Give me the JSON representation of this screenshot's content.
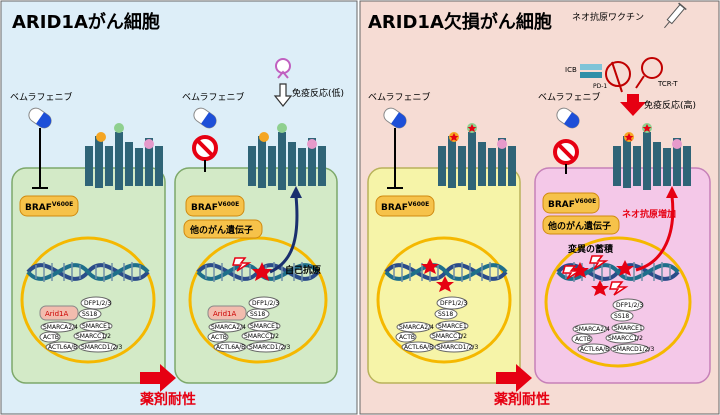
{
  "colors": {
    "left_panel_bg": "#ddeef8",
    "right_panel_bg": "#f6dcd4",
    "receptor": "#2f6477",
    "drug_red": "#e60012",
    "cell_green": "#d3eac7",
    "cell_yellow": "#f6f4a8",
    "cell_pink": "#f4c8e8",
    "nucleus_ring": "#f5b800",
    "label_box": "#f6c24a",
    "arid1a_box": "#f2bcae"
  },
  "left": {
    "title": "ARID1Aがん細胞",
    "drug": "ベムラフェニブ",
    "drug2": "ベムラフェニブ",
    "immune_response": "免疫反応(低)",
    "braf": "BRAF",
    "braf_sup": "V600E",
    "braf2": "BRAF",
    "braf2_sup": "V600E",
    "other_genes": "他のがん遺伝子",
    "self_antigen": "自己抗原",
    "resistance": "薬剤耐性",
    "complex": [
      "Arid1A",
      "DFP1/2/3",
      "SS18",
      "SMARCA2/4",
      "SMARCE1",
      "ACTB",
      "SMARCC1/2",
      "ACTL6A/B",
      "SMARCD1/2/3"
    ],
    "complex2": [
      "Arid1A",
      "DFP1/2/3",
      "SS18",
      "SMARCA2/4",
      "SMARCE1",
      "ACTB",
      "SMARCC1/2",
      "ACTL6A/B",
      "SMARCD1/2/3"
    ]
  },
  "right": {
    "title": "ARID1A欠損がん細胞",
    "vaccine": "ネオ抗原ワクチン",
    "icb": "ICB",
    "pd1": "PD-1",
    "tcr": "TCR-T",
    "drug": "ベムラフェニブ",
    "drug2": "ベムラフェニブ",
    "immune_response": "免疫反応(高)",
    "braf": "BRAF",
    "braf_sup": "V600E",
    "braf2": "BRAF",
    "braf2_sup": "V600E",
    "other_genes": "他のがん遺伝子",
    "neo_increase": "ネオ抗原増加",
    "mutation_accum": "変異の蓄積",
    "resistance": "薬剤耐性",
    "complex": [
      "DFP1/2/3",
      "SS18",
      "SMARCA2/4",
      "SMARCE1",
      "ACTB",
      "SMARCC1/2",
      "ACTL6A/B",
      "SMARCD1/2/3"
    ],
    "complex2": [
      "DFP1/2/3",
      "SS18",
      "SMARCA2/4",
      "SMARCE1",
      "ACTB",
      "SMARCC1/2",
      "ACTL6A/B",
      "SMARCD1/2/3"
    ]
  }
}
